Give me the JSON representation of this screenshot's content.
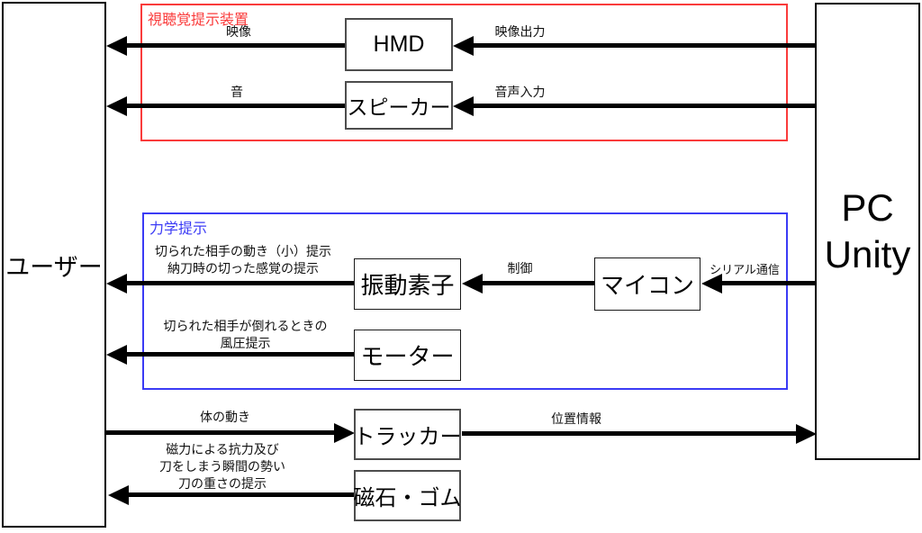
{
  "nodes": {
    "user": "ユーザー",
    "pc_line1": "PC",
    "pc_line2": "Unity",
    "hmd": "HMD",
    "speaker": "スピーカー",
    "vibration": "振動素子",
    "microcontroller": "マイコン",
    "motor": "モーター",
    "tracker": "トラッカー",
    "magnet": "磁石・ゴム"
  },
  "groups": {
    "audiovisual": {
      "label": "視聴覚提示装置",
      "color": "#fa3b3b"
    },
    "mechanical": {
      "label": "力学提示",
      "color": "#3b3bf5"
    }
  },
  "edge_labels": {
    "video": "映像",
    "video_output": "映像出力",
    "sound": "音",
    "audio_input": "音声入力",
    "cut_motion_line1": "切られた相手の動き（小）提示",
    "cut_motion_line2": "納刀時の切った感覚の提示",
    "control": "制御",
    "serial": "シリアル通信",
    "wind_line1": "切られた相手が倒れるときの",
    "wind_line2": "風圧提示",
    "body_motion": "体の動き",
    "position": "位置情報",
    "magnet_line1": "磁力による抗力及び",
    "magnet_line2": "刀をしまう瞬間の勢い",
    "magnet_line3": "刀の重さの提示"
  }
}
